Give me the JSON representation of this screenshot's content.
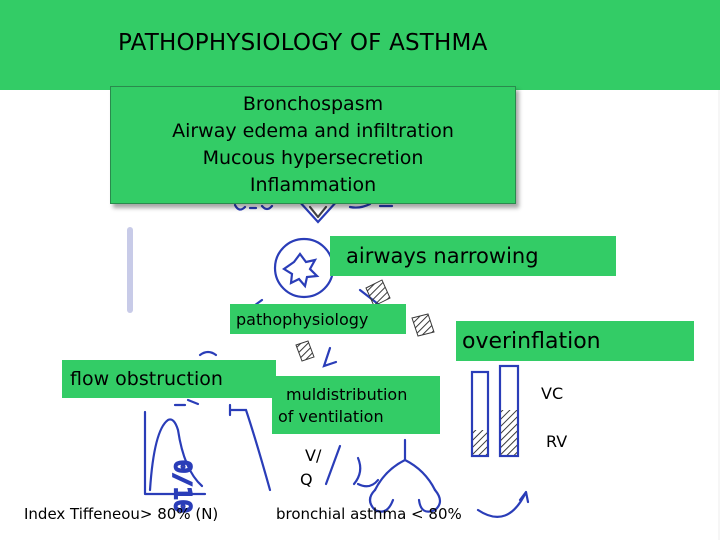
{
  "title": "PATHOPHYSIOLOGY  OF  ASTHMA",
  "mechanisms": [
    "Bronchospasm",
    "Airway  edema  and  infiltration",
    "Mucous  hypersecretion",
    "Inflammation"
  ],
  "airways_narrowing": "airways  narrowing",
  "pathophysiology": "pathophysiology",
  "overinflation": "overinflation",
  "flow_obstruction": "flow  obstruction",
  "muldistribution": [
    "muldistribution",
    "of  ventilation"
  ],
  "vc": "VC",
  "rv": "RV",
  "vq": [
    "V/",
    "Q"
  ],
  "index_tiffeneau": "Index  Tiffeneou> 80%  (N)",
  "bronchial_asthma": "bronchial   asthma  < 80%",
  "colors": {
    "header": "#33cc66",
    "ink": "#2a3db8",
    "hatch": "#3a3a3a"
  }
}
